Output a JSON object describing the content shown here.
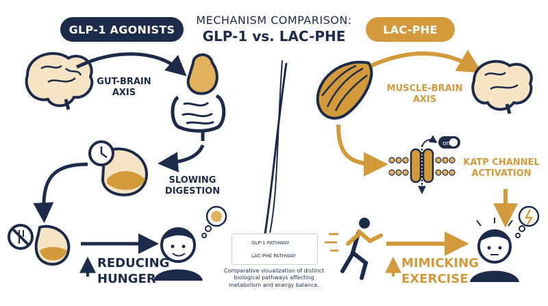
{
  "header": {
    "title_line1": "MECHANISM COMPARISON:",
    "title_line2": "GLP-1 vs. LAC-PHE"
  },
  "left_panel": {
    "pill": "GLP-1 AGONISTS",
    "steps": {
      "gut_brain_axis": "GUT-BRAIN\nAXIS",
      "slowing_digestion": "SLOWING\nDIGESTION",
      "reducing_hunger": "REDUCING\nHUNGER"
    }
  },
  "right_panel": {
    "pill": "LAC-PHE",
    "switch_text": "on",
    "steps": {
      "muscle_brain_axis": "MUSCLE-BRAIN\nAXIS",
      "katp_activation": "KATP CHANNEL\nACTIVATION",
      "mimicking_exercise": "MIMICKING\nEXERCISE"
    }
  },
  "legend": {
    "glp1": "GLP-1 PATHWAY",
    "lacphe": "LAC-PHE PATHWAY"
  },
  "caption": "Comparative visualization of distinct biological pathways affecting metabolism and energy balance.",
  "colors": {
    "navy": "#1c2b4a",
    "gold": "#d29a3b",
    "gold_fill": "#e2b15c",
    "light_fill": "#f6e4c4"
  }
}
